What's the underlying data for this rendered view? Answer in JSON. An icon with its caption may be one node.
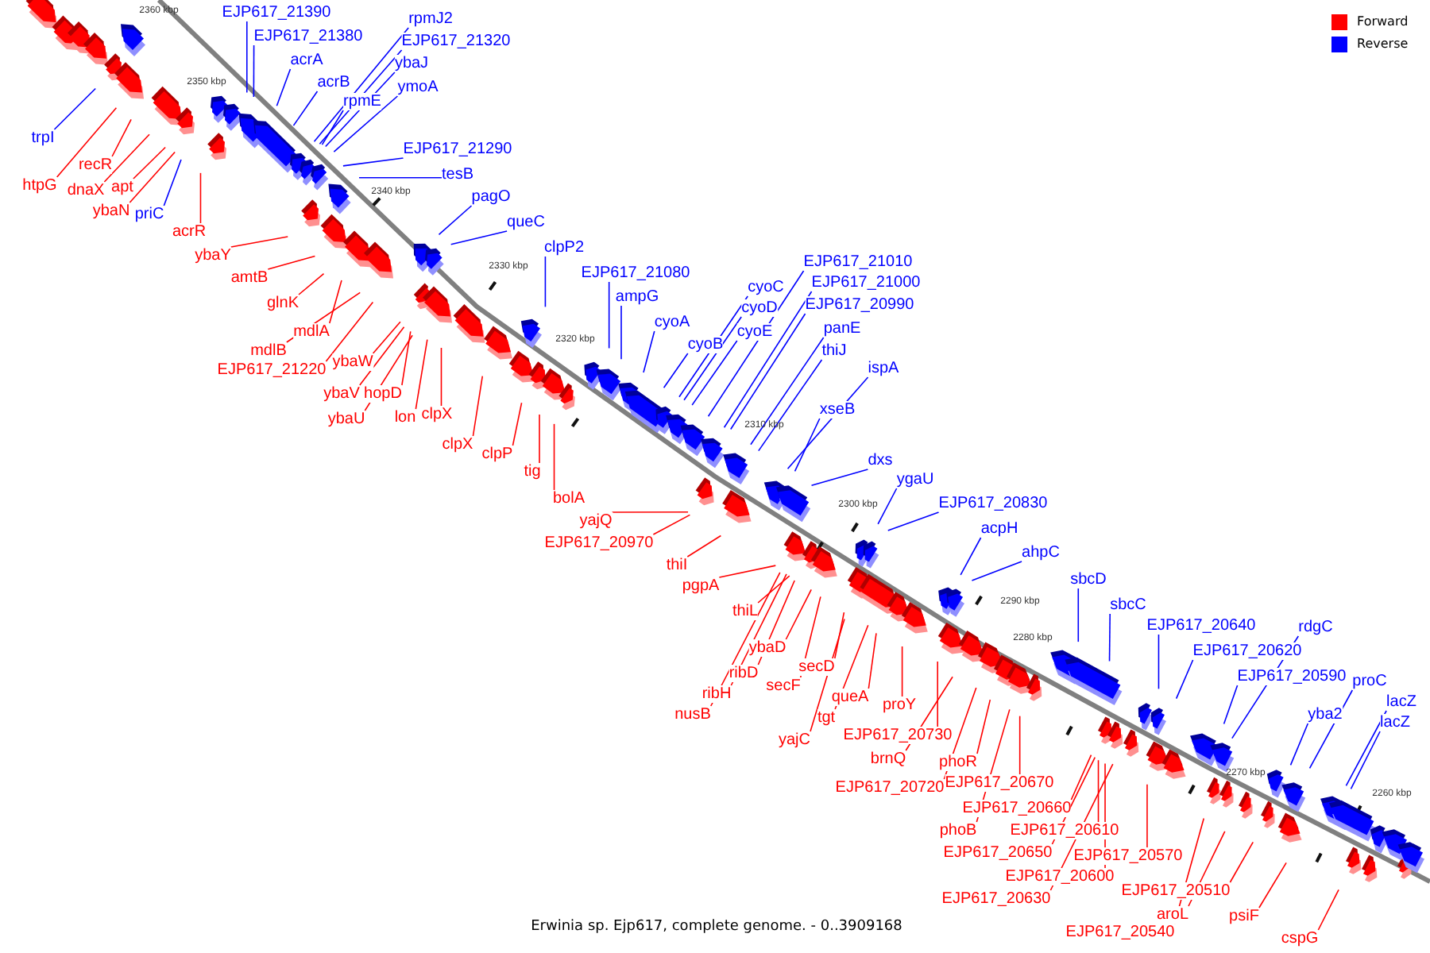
{
  "diagram": {
    "caption": "Erwinia sp. Ejp617, complete genome. - 0..3909168",
    "nodes": [
      {
        "text": [
          "trpI"
        ]
      },
      {
        "text": [
          "htpG"
        ]
      },
      {
        "text": [
          "recR"
        ]
      },
      {
        "text": [
          "dnaX"
        ]
      },
      {
        "text": [
          "apt"
        ]
      },
      {
        "text": [
          "ybaN"
        ]
      },
      {
        "text": [
          "priC"
        ]
      },
      {
        "text": [
          "acrR"
        ]
      },
      {
        "text": [
          "EJP617_21390"
        ]
      },
      {
        "text": [
          "EJP617_21380"
        ]
      },
      {
        "text": [
          "acrA"
        ]
      },
      {
        "text": [
          "acrB"
        ]
      },
      {
        "text": [
          "rpmJ2"
        ]
      },
      {
        "text": [
          "EJP617_21320"
        ]
      },
      {
        "text": [
          "ybaJ"
        ]
      },
      {
        "text": [
          "ymoA"
        ]
      },
      {
        "text": [
          "rpmE"
        ]
      },
      {
        "text": [
          "EJP617_21290"
        ]
      },
      {
        "text": [
          "tesB"
        ]
      },
      {
        "text": [
          "pagO"
        ]
      },
      {
        "text": [
          "queC"
        ]
      },
      {
        "text": [
          "ybaY"
        ]
      },
      {
        "text": [
          "amtB"
        ]
      },
      {
        "text": [
          "glnK"
        ]
      },
      {
        "text": [
          "mdlA"
        ]
      },
      {
        "text": [
          "mdlB"
        ]
      },
      {
        "text": [
          "EJP617_21220"
        ]
      },
      {
        "text": [
          "ybaW"
        ]
      },
      {
        "text": [
          "ybaV"
        ]
      },
      {
        "text": [
          "hopD"
        ]
      },
      {
        "text": [
          "ybaU"
        ]
      },
      {
        "text": [
          "lon"
        ]
      },
      {
        "text": [
          "clpX"
        ]
      },
      {
        "text": [
          "clpX"
        ]
      },
      {
        "text": [
          "clpP"
        ]
      },
      {
        "text": [
          "tig"
        ]
      },
      {
        "text": [
          "bolA"
        ]
      },
      {
        "text": [
          "clpP2"
        ]
      },
      {
        "text": [
          "EJP617_21080"
        ]
      },
      {
        "text": [
          "ampG"
        ]
      },
      {
        "text": [
          "cyoA"
        ]
      },
      {
        "text": [
          "cyoB"
        ]
      },
      {
        "text": [
          "cyoC"
        ]
      },
      {
        "text": [
          "cyoD"
        ]
      },
      {
        "text": [
          "cyoE"
        ]
      },
      {
        "text": [
          "EJP617_21010"
        ]
      },
      {
        "text": [
          "EJP617_21000"
        ]
      },
      {
        "text": [
          "EJP617_20990"
        ]
      },
      {
        "text": [
          "panE"
        ]
      },
      {
        "text": [
          "thiJ"
        ]
      },
      {
        "text": [
          "ispA"
        ]
      },
      {
        "text": [
          "xseB"
        ]
      },
      {
        "text": [
          "dxs"
        ]
      },
      {
        "text": [
          "ygaU"
        ]
      },
      {
        "text": [
          "EJP617_20830"
        ]
      },
      {
        "text": [
          "acpH"
        ]
      },
      {
        "text": [
          "ahpC"
        ]
      },
      {
        "text": [
          "yajQ"
        ]
      },
      {
        "text": [
          "EJP617_20970"
        ]
      },
      {
        "text": [
          "thiI"
        ]
      },
      {
        "text": [
          "pgpA"
        ]
      },
      {
        "text": [
          "thiL"
        ]
      },
      {
        "text": [
          "ybaD"
        ]
      },
      {
        "text": [
          "ribD"
        ]
      },
      {
        "text": [
          "ribH"
        ]
      },
      {
        "text": [
          "nusB"
        ]
      },
      {
        "text": [
          "secD"
        ]
      },
      {
        "text": [
          "secF"
        ]
      },
      {
        "text": [
          "queA"
        ]
      },
      {
        "text": [
          "tgt"
        ]
      },
      {
        "text": [
          "yajC"
        ]
      },
      {
        "text": [
          "proY"
        ]
      },
      {
        "text": [
          "EJP617_20730"
        ]
      },
      {
        "text": [
          "brnQ"
        ]
      },
      {
        "text": [
          "EJP617_20720"
        ]
      },
      {
        "text": [
          "phoR"
        ]
      },
      {
        "text": [
          "EJP617_20670"
        ]
      },
      {
        "text": [
          "EJP617_20660"
        ]
      },
      {
        "text": [
          "phoB"
        ]
      },
      {
        "text": [
          "EJP617_20610"
        ]
      },
      {
        "text": [
          "EJP617_20650"
        ]
      },
      {
        "text": [
          "EJP617_20570"
        ]
      },
      {
        "text": [
          "EJP617_20600"
        ]
      },
      {
        "text": [
          "EJP617_20630"
        ]
      },
      {
        "text": [
          "EJP617_20510"
        ]
      },
      {
        "text": [
          "aroL"
        ]
      },
      {
        "text": [
          "EJP617_20540"
        ]
      },
      {
        "text": [
          "psiF"
        ]
      },
      {
        "text": [
          "cspG"
        ]
      },
      {
        "text": [
          "sbcD"
        ]
      },
      {
        "text": [
          "sbcC"
        ]
      },
      {
        "text": [
          "EJP617_20640"
        ]
      },
      {
        "text": [
          "EJP617_20620"
        ]
      },
      {
        "text": [
          "rdgC"
        ]
      },
      {
        "text": [
          "EJP617_20590"
        ]
      },
      {
        "text": [
          "proC"
        ]
      },
      {
        "text": [
          "yba2"
        ]
      },
      {
        "text": [
          "lacZ"
        ]
      },
      {
        "text": [
          "lacZ"
        ]
      }
    ],
    "edges": [
      {
        "from": 0,
        "to": null,
        "arrow": "none",
        "color": "#0000ff"
      },
      {
        "from": 1,
        "to": null,
        "arrow": "none",
        "color": "#ff0000"
      },
      {
        "from": 2,
        "to": null,
        "arrow": "none",
        "color": "#ff0000"
      },
      {
        "from": 3,
        "to": null,
        "arrow": "none",
        "color": "#ff0000"
      },
      {
        "from": 4,
        "to": null,
        "arrow": "none",
        "color": "#ff0000"
      },
      {
        "from": 5,
        "to": null,
        "arrow": "none",
        "color": "#ff0000"
      },
      {
        "from": 6,
        "to": null,
        "arrow": "none",
        "color": "#0000ff"
      },
      {
        "from": 7,
        "to": null,
        "arrow": "none",
        "color": "#ff0000"
      },
      {
        "from": 8,
        "to": null,
        "arrow": "none",
        "color": "#0000ff"
      },
      {
        "from": 9,
        "to": null,
        "arrow": "none",
        "color": "#0000ff"
      },
      {
        "from": 10,
        "to": null,
        "arrow": "none",
        "color": "#0000ff"
      },
      {
        "from": 11,
        "to": null,
        "arrow": "none",
        "color": "#0000ff"
      },
      {
        "from": 12,
        "to": null,
        "arrow": "none",
        "color": "#0000ff"
      },
      {
        "from": 13,
        "to": null,
        "arrow": "none",
        "color": "#0000ff"
      },
      {
        "from": 14,
        "to": null,
        "arrow": "none",
        "color": "#0000ff"
      },
      {
        "from": 15,
        "to": null,
        "arrow": "none",
        "color": "#0000ff"
      },
      {
        "from": 16,
        "to": null,
        "arrow": "none",
        "color": "#0000ff"
      },
      {
        "from": 17,
        "to": null,
        "arrow": "none",
        "color": "#0000ff"
      },
      {
        "from": 18,
        "to": null,
        "arrow": "none",
        "color": "#0000ff"
      },
      {
        "from": 19,
        "to": null,
        "arrow": "none",
        "color": "#0000ff"
      },
      {
        "from": 20,
        "to": null,
        "arrow": "none",
        "color": "#0000ff"
      },
      {
        "from": 21,
        "to": null,
        "arrow": "none",
        "color": "#ff0000"
      },
      {
        "from": 22,
        "to": null,
        "arrow": "none",
        "color": "#ff0000"
      },
      {
        "from": 23,
        "to": null,
        "arrow": "none",
        "color": "#ff0000"
      },
      {
        "from": 24,
        "to": null,
        "arrow": "none",
        "color": "#ff0000"
      },
      {
        "from": 25,
        "to": null,
        "arrow": "none",
        "color": "#ff0000"
      },
      {
        "from": 26,
        "to": null,
        "arrow": "none",
        "color": "#ff0000"
      },
      {
        "from": 27,
        "to": null,
        "arrow": "none",
        "color": "#ff0000"
      },
      {
        "from": 28,
        "to": null,
        "arrow": "none",
        "color": "#ff0000"
      },
      {
        "from": 29,
        "to": null,
        "arrow": "none",
        "color": "#ff0000"
      },
      {
        "from": 30,
        "to": null,
        "arrow": "none",
        "color": "#ff0000"
      },
      {
        "from": 31,
        "to": null,
        "arrow": "none",
        "color": "#ff0000"
      },
      {
        "from": 32,
        "to": null,
        "arrow": "none",
        "color": "#ff0000"
      },
      {
        "from": 33,
        "to": null,
        "arrow": "none",
        "color": "#ff0000"
      },
      {
        "from": 34,
        "to": null,
        "arrow": "none",
        "color": "#ff0000"
      },
      {
        "from": 35,
        "to": null,
        "arrow": "none",
        "color": "#ff0000"
      },
      {
        "from": 36,
        "to": null,
        "arrow": "none",
        "color": "#ff0000"
      },
      {
        "from": 37,
        "to": null,
        "arrow": "none",
        "color": "#0000ff"
      },
      {
        "from": 38,
        "to": null,
        "arrow": "none",
        "color": "#0000ff"
      },
      {
        "from": 39,
        "to": null,
        "arrow": "none",
        "color": "#0000ff"
      },
      {
        "from": 40,
        "to": null,
        "arrow": "none",
        "color": "#0000ff"
      },
      {
        "from": 41,
        "to": null,
        "arrow": "none",
        "color": "#0000ff"
      },
      {
        "from": 42,
        "to": null,
        "arrow": "none",
        "color": "#0000ff"
      },
      {
        "from": 43,
        "to": null,
        "arrow": "none",
        "color": "#0000ff"
      },
      {
        "from": 44,
        "to": null,
        "arrow": "none",
        "color": "#0000ff"
      },
      {
        "from": 45,
        "to": null,
        "arrow": "none",
        "color": "#0000ff"
      },
      {
        "from": 46,
        "to": null,
        "arrow": "none",
        "color": "#0000ff"
      },
      {
        "from": 47,
        "to": null,
        "arrow": "none",
        "color": "#0000ff"
      },
      {
        "from": 48,
        "to": null,
        "arrow": "none",
        "color": "#0000ff"
      },
      {
        "from": 49,
        "to": null,
        "arrow": "none",
        "color": "#0000ff"
      },
      {
        "from": 50,
        "to": null,
        "arrow": "none",
        "color": "#0000ff"
      },
      {
        "from": 51,
        "to": null,
        "arrow": "none",
        "color": "#0000ff"
      },
      {
        "from": 52,
        "to": null,
        "arrow": "none",
        "color": "#0000ff"
      },
      {
        "from": 53,
        "to": null,
        "arrow": "none",
        "color": "#0000ff"
      },
      {
        "from": 54,
        "to": null,
        "arrow": "none",
        "color": "#0000ff"
      },
      {
        "from": 55,
        "to": null,
        "arrow": "none",
        "color": "#0000ff"
      },
      {
        "from": 56,
        "to": null,
        "arrow": "none",
        "color": "#0000ff"
      },
      {
        "from": 57,
        "to": null,
        "arrow": "none",
        "color": "#ff0000"
      },
      {
        "from": 58,
        "to": null,
        "arrow": "none",
        "color": "#ff0000"
      },
      {
        "from": 59,
        "to": null,
        "arrow": "none",
        "color": "#ff0000"
      },
      {
        "from": 60,
        "to": null,
        "arrow": "none",
        "color": "#ff0000"
      },
      {
        "from": 61,
        "to": null,
        "arrow": "none",
        "color": "#ff0000"
      },
      {
        "from": 62,
        "to": null,
        "arrow": "none",
        "color": "#ff0000"
      },
      {
        "from": 63,
        "to": null,
        "arrow": "none",
        "color": "#ff0000"
      },
      {
        "from": 64,
        "to": null,
        "arrow": "none",
        "color": "#ff0000"
      },
      {
        "from": 65,
        "to": null,
        "arrow": "none",
        "color": "#ff0000"
      },
      {
        "from": 66,
        "to": null,
        "arrow": "none",
        "color": "#ff0000"
      },
      {
        "from": 67,
        "to": null,
        "arrow": "none",
        "color": "#ff0000"
      },
      {
        "from": 68,
        "to": null,
        "arrow": "none",
        "color": "#ff0000"
      },
      {
        "from": 69,
        "to": null,
        "arrow": "none",
        "color": "#ff0000"
      },
      {
        "from": 70,
        "to": null,
        "arrow": "none",
        "color": "#ff0000"
      },
      {
        "from": 71,
        "to": null,
        "arrow": "none",
        "color": "#ff0000"
      },
      {
        "from": 72,
        "to": null,
        "arrow": "none",
        "color": "#ff0000"
      },
      {
        "from": 73,
        "to": null,
        "arrow": "none",
        "color": "#ff0000"
      },
      {
        "from": 74,
        "to": null,
        "arrow": "none",
        "color": "#ff0000"
      },
      {
        "from": 75,
        "to": null,
        "arrow": "none",
        "color": "#ff0000"
      },
      {
        "from": 76,
        "to": null,
        "arrow": "none",
        "color": "#ff0000"
      },
      {
        "from": 77,
        "to": null,
        "arrow": "none",
        "color": "#ff0000"
      },
      {
        "from": 78,
        "to": null,
        "arrow": "none",
        "color": "#ff0000"
      },
      {
        "from": 79,
        "to": null,
        "arrow": "none",
        "color": "#ff0000"
      },
      {
        "from": 80,
        "to": null,
        "arrow": "none",
        "color": "#ff0000"
      },
      {
        "from": 81,
        "to": null,
        "arrow": "none",
        "color": "#ff0000"
      },
      {
        "from": 82,
        "to": null,
        "arrow": "none",
        "color": "#ff0000"
      },
      {
        "from": 83,
        "to": null,
        "arrow": "none",
        "color": "#ff0000"
      },
      {
        "from": 84,
        "to": null,
        "arrow": "none",
        "color": "#ff0000"
      },
      {
        "from": 85,
        "to": null,
        "arrow": "none",
        "color": "#ff0000"
      },
      {
        "from": 86,
        "to": null,
        "arrow": "none",
        "color": "#ff0000"
      },
      {
        "from": 87,
        "to": null,
        "arrow": "none",
        "color": "#ff0000"
      },
      {
        "from": 88,
        "to": null,
        "arrow": "none",
        "color": "#ff0000"
      },
      {
        "from": 89,
        "to": null,
        "arrow": "none",
        "color": "#0000ff"
      },
      {
        "from": 90,
        "to": null,
        "arrow": "none",
        "color": "#0000ff"
      },
      {
        "from": 91,
        "to": null,
        "arrow": "none",
        "color": "#0000ff"
      },
      {
        "from": 92,
        "to": null,
        "arrow": "none",
        "color": "#0000ff"
      },
      {
        "from": 93,
        "to": null,
        "arrow": "none",
        "color": "#0000ff"
      },
      {
        "from": 94,
        "to": null,
        "arrow": "none",
        "color": "#0000ff"
      },
      {
        "from": 95,
        "to": null,
        "arrow": "none",
        "color": "#0000ff"
      },
      {
        "from": 96,
        "to": null,
        "arrow": "none",
        "color": "#0000ff"
      },
      {
        "from": 97,
        "to": null,
        "arrow": "none",
        "color": "#0000ff"
      },
      {
        "from": 98,
        "to": null,
        "arrow": "none",
        "color": "#0000ff"
      }
    ],
    "labels": [
      "2360 kbp",
      "2350 kbp",
      "2340 kbp",
      "2330 kbp",
      "2320 kbp",
      "2310 kbp",
      "2300 kbp",
      "2290 kbp",
      "2280 kbp",
      "2270 kbp",
      "2260 kbp"
    ],
    "legend": [
      {
        "text": "Forward",
        "color": "#ff0000"
      },
      {
        "text": "Reverse",
        "color": "#0000ff"
      }
    ]
  }
}
